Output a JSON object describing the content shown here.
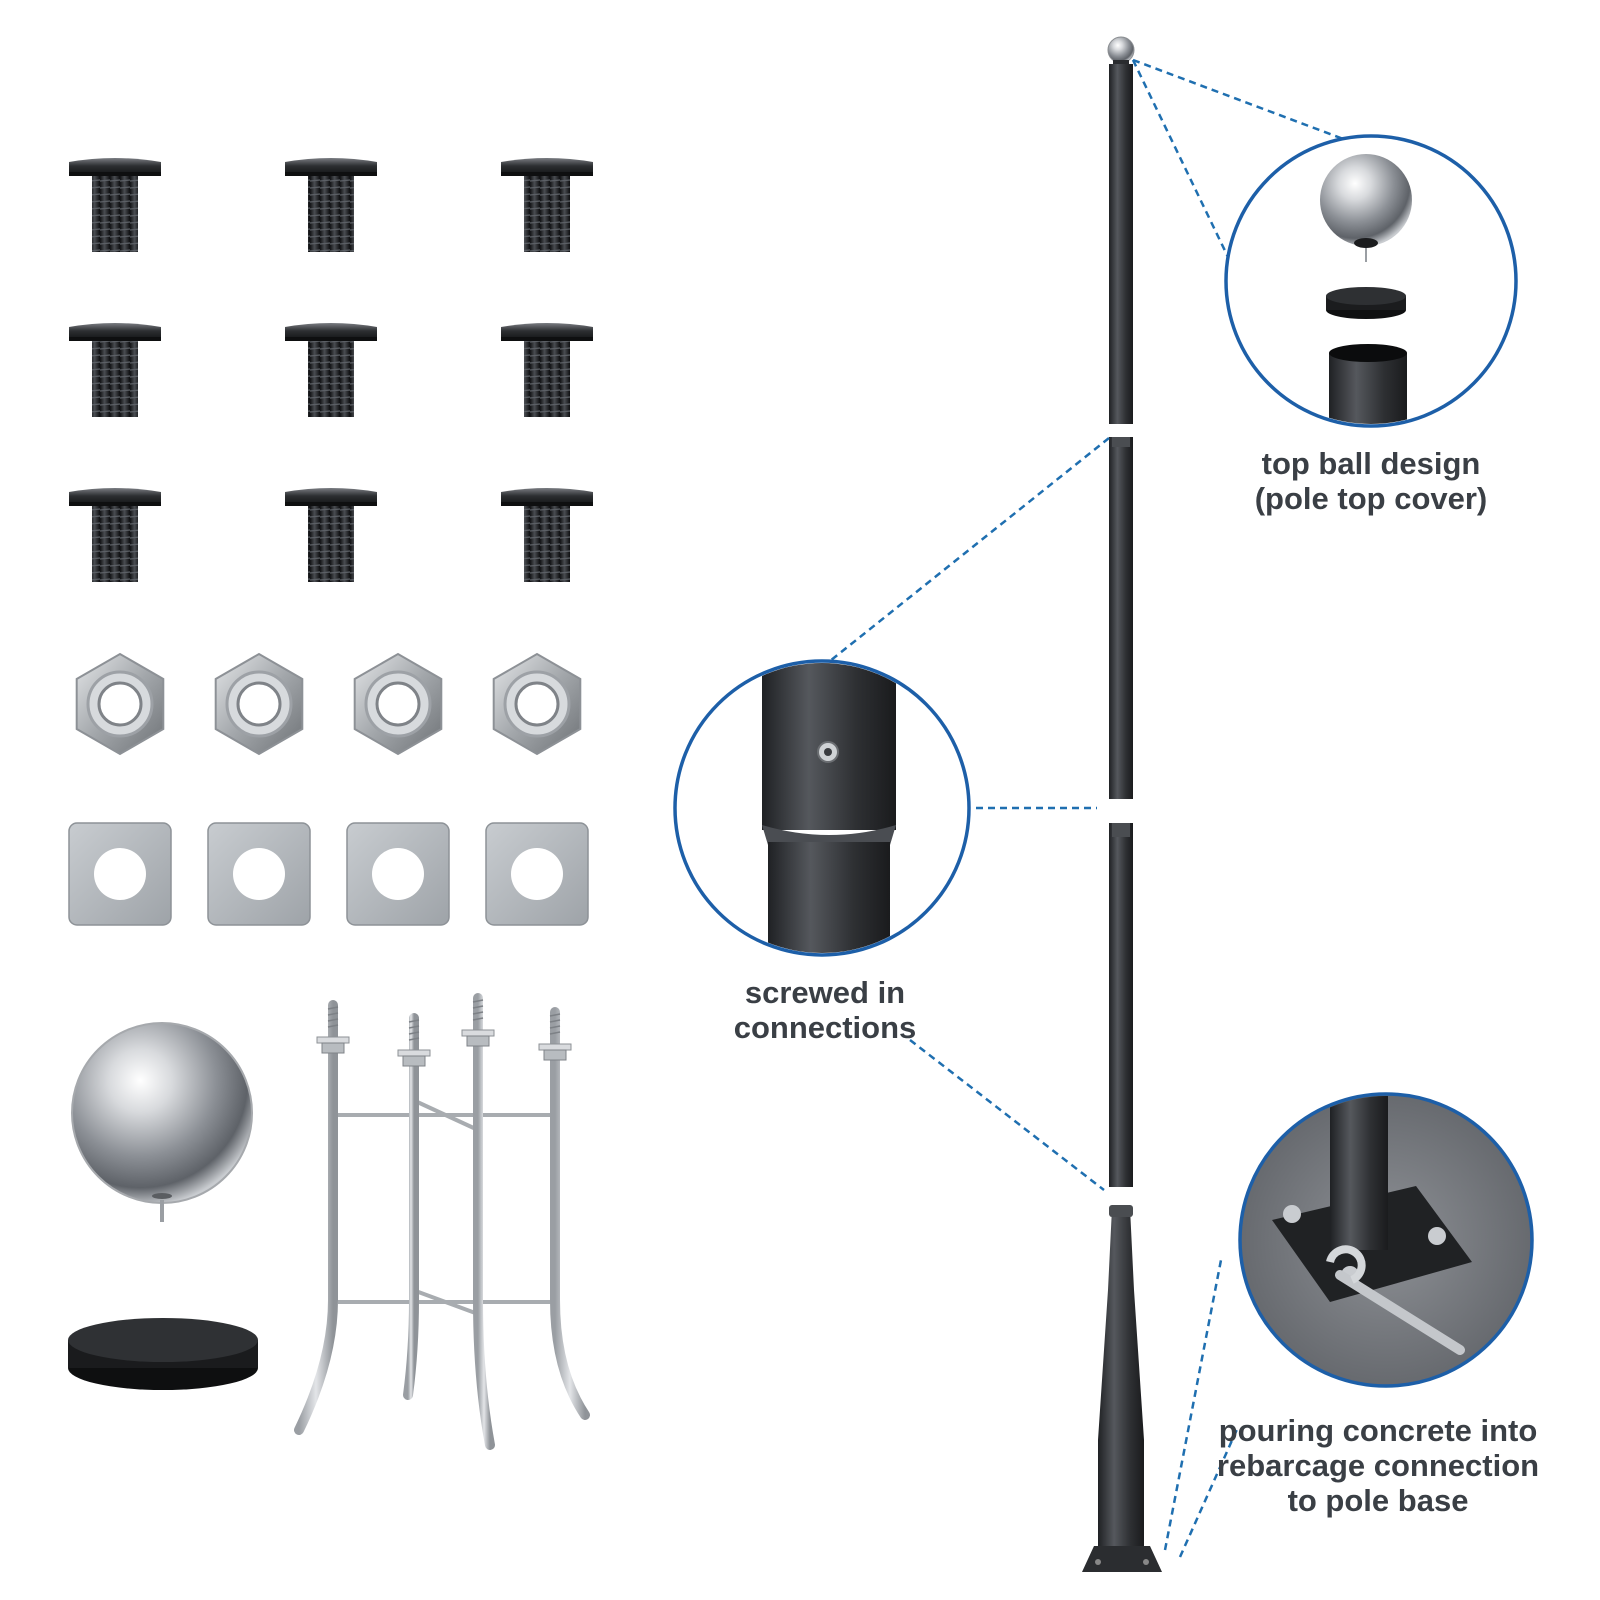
{
  "callouts": {
    "top": {
      "lines": [
        "top ball design",
        "(pole top cover)"
      ]
    },
    "middle": {
      "lines": [
        "screwed in",
        "connections"
      ]
    },
    "bottom": {
      "lines": [
        "pouring concrete into",
        "rebarcage connection",
        "to pole base"
      ]
    }
  },
  "parts": {
    "bolts": 9,
    "nuts": 4,
    "washers": 4,
    "top_ball": 1,
    "pole_cap": 1,
    "rebar_cage": 1
  },
  "pole": {
    "sections": 4
  },
  "colors": {
    "callout_line": "#1f6fb0",
    "callout_ring": "#1d5fa8",
    "pole": "#3b3e42",
    "bolt": "#2b2d30",
    "steel": "#c4c8cc",
    "cap": "#1c1c1e",
    "text": "#3a3f45"
  }
}
